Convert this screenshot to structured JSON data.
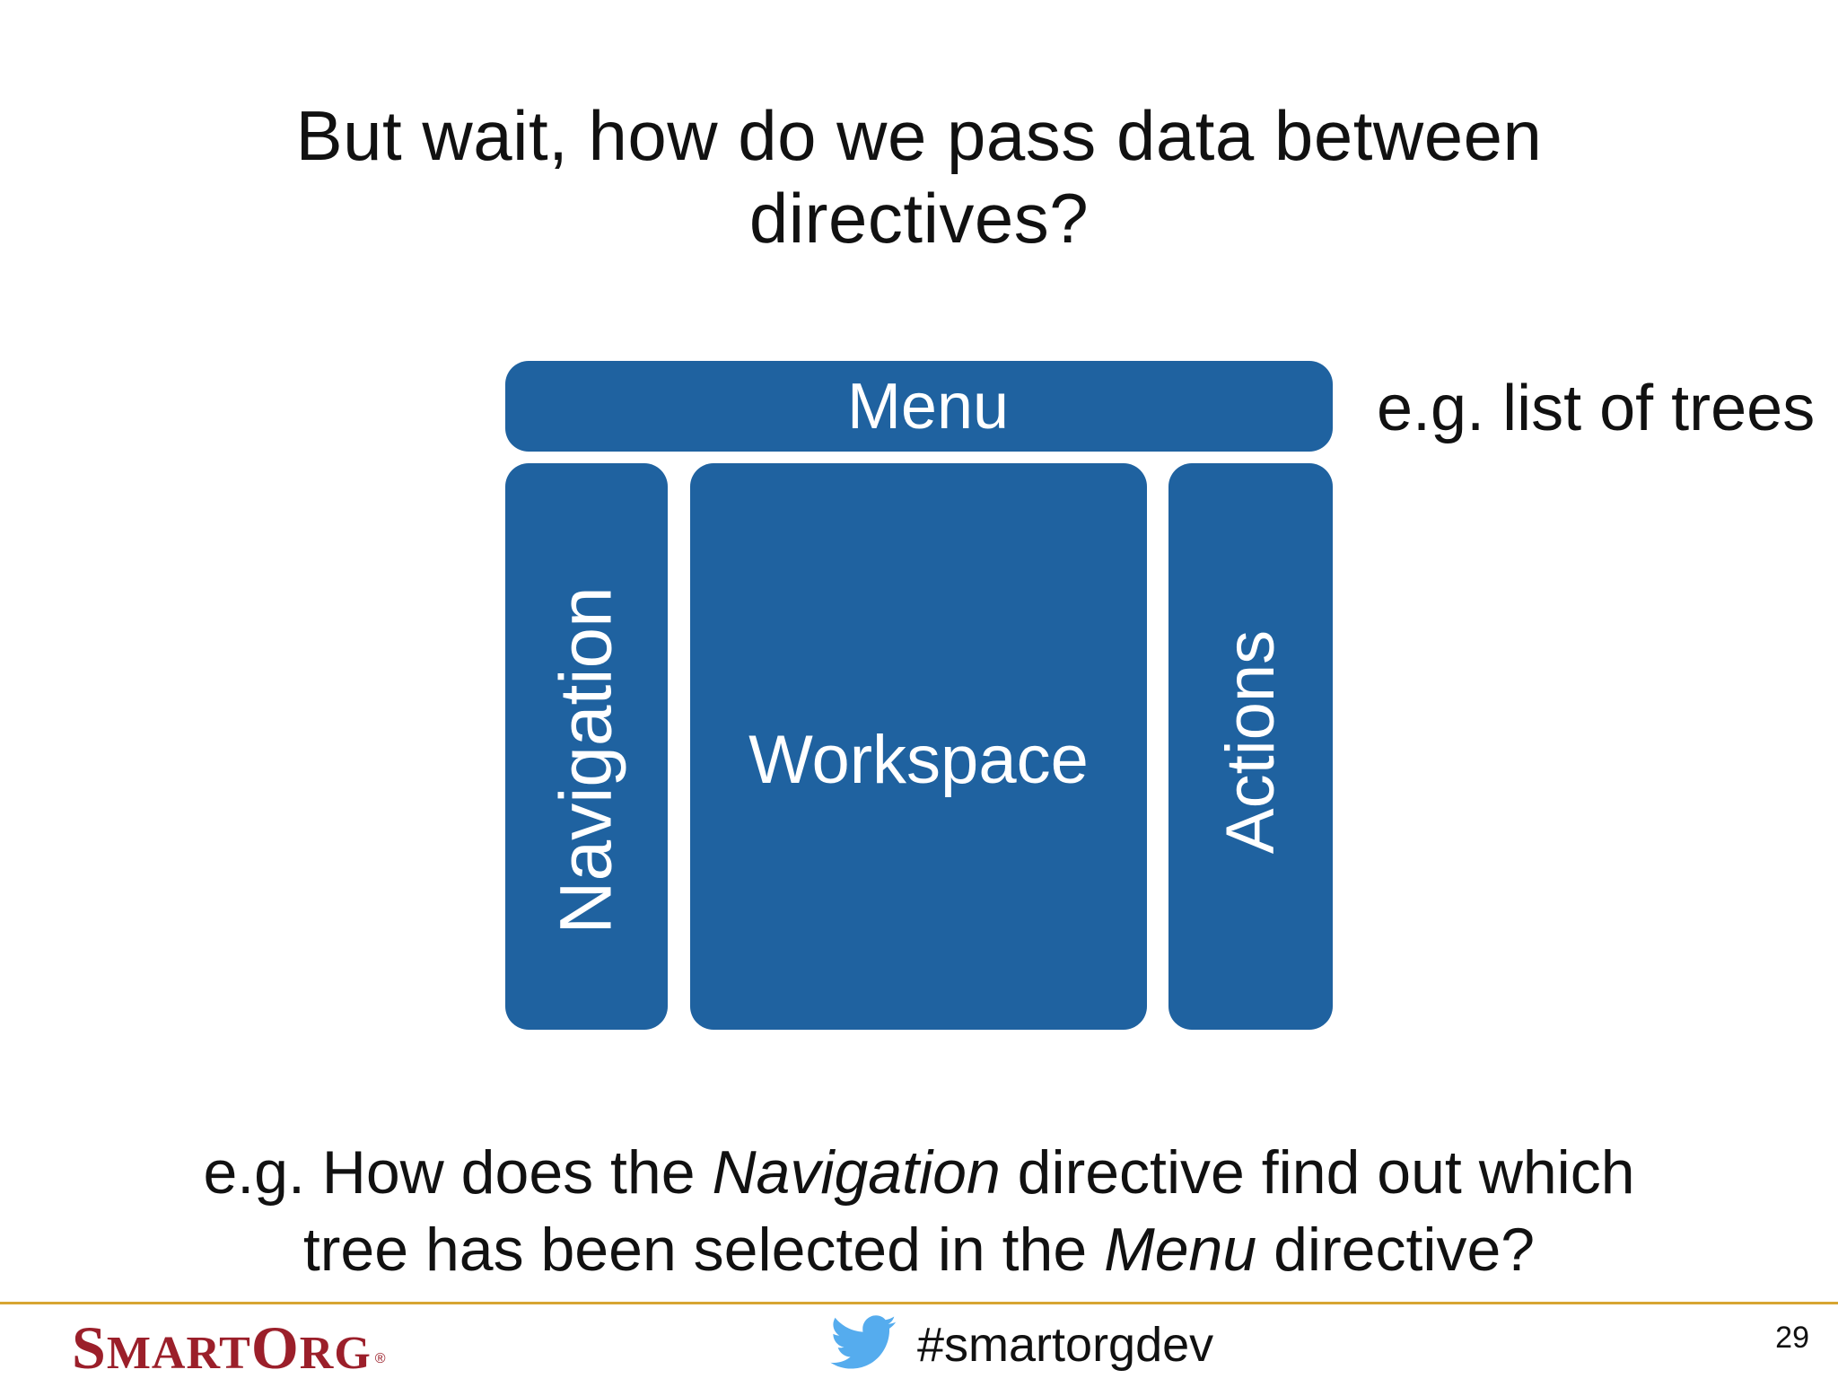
{
  "slide": {
    "title_line1": "But wait, how do we pass data between",
    "title_line2": "directives?",
    "diagram": {
      "menu_label": "Menu",
      "navigation_label": "Navigation",
      "workspace_label": "Workspace",
      "actions_label": "Actions",
      "box_color": "#1f62a0"
    },
    "menu_note": "e.g. list of trees",
    "question": {
      "line1_prefix": "e.g. How does the ",
      "line1_em": "Navigation",
      "line1_suffix": " directive find out which",
      "line2_prefix": "tree has been selected in the ",
      "line2_em": "Menu",
      "line2_suffix": " directive?"
    }
  },
  "footer": {
    "logo": {
      "s_big": "S",
      "mart_small": "MART",
      "o_big": "O",
      "rg_small": "RG",
      "registered": "®"
    },
    "twitter_icon": "twitter-bird-icon",
    "hashtag": "#smartorgdev",
    "page_number": "29",
    "rule_color": "#d7a531",
    "logo_color": "#9b1f2a",
    "icon_color": "#55acee"
  }
}
